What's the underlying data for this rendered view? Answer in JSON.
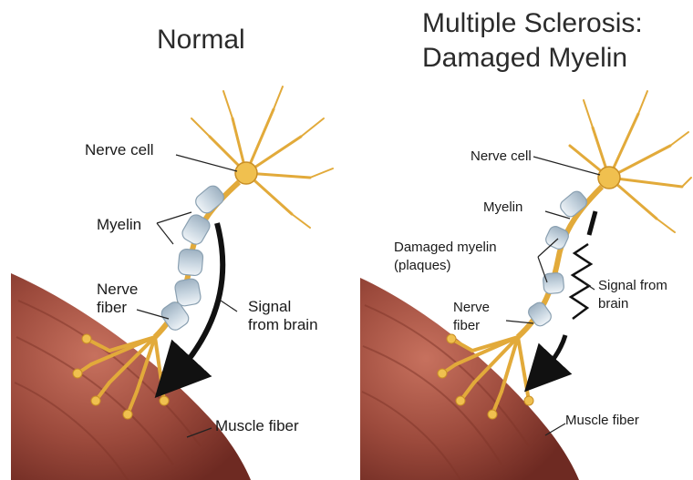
{
  "titles": {
    "normal": "Normal",
    "ms_line1": "Multiple Sclerosis:",
    "ms_line2": "Damaged Myelin"
  },
  "left_panel": {
    "nerve_cell": "Nerve cell",
    "myelin": "Myelin",
    "nerve_fiber_1": "Nerve",
    "nerve_fiber_2": "fiber",
    "signal_1": "Signal",
    "signal_2": "from brain",
    "muscle_fiber": "Muscle fiber"
  },
  "right_panel": {
    "nerve_cell": "Nerve cell",
    "myelin": "Myelin",
    "damaged_1": "Damaged myelin",
    "damaged_2": "(plaques)",
    "nerve_fiber_1": "Nerve",
    "nerve_fiber_2": "fiber",
    "signal_1": "Signal from",
    "signal_2": "brain",
    "muscle_fiber": "Muscle fiber"
  },
  "colors": {
    "muscle": "#9c4a3c",
    "nerve": "#e8b84a",
    "myelin": "#c9d6e0",
    "arrow": "#111111"
  }
}
